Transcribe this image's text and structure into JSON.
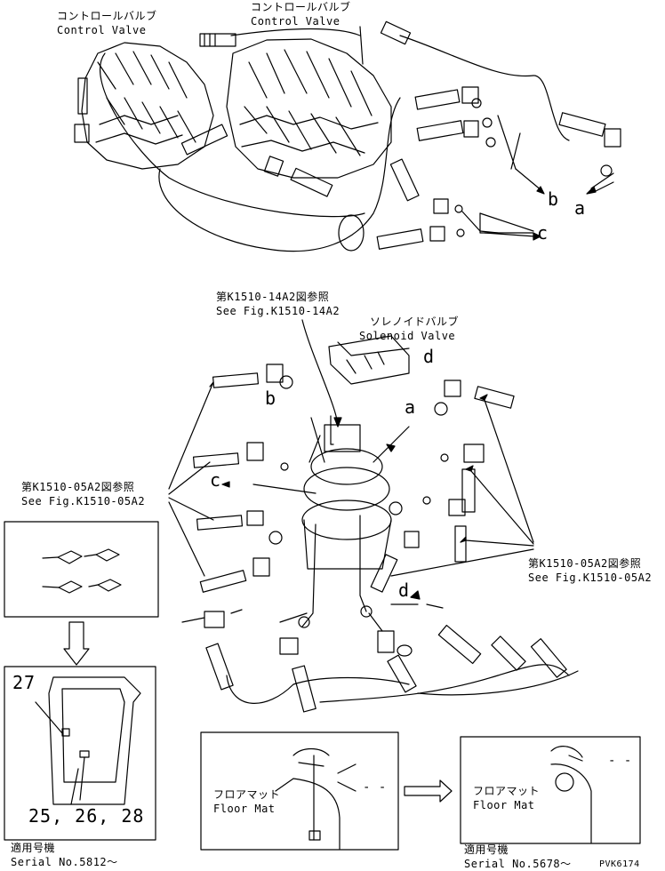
{
  "labels": {
    "cv_left_jp": "コントロールバルブ",
    "cv_left_en": "Control Valve",
    "cv_right_jp": "コントロールバルブ",
    "cv_right_en": "Control Valve",
    "ref_14a2_jp": "第K1510-14A2図参照",
    "ref_14a2_en": "See Fig.K1510-14A2",
    "solenoid_jp": "ソレノイドバルブ",
    "solenoid_en": "Solenoid Valve",
    "ref_05a2_left_jp": "第K1510-05A2図参照",
    "ref_05a2_left_en": "See Fig.K1510-05A2",
    "ref_05a2_right_jp": "第K1510-05A2図参照",
    "ref_05a2_right_en": "See Fig.K1510-05A2",
    "floor_mat_jp_1": "フロアマット",
    "floor_mat_en_1": "Floor Mat",
    "floor_mat_jp_2": "フロアマット",
    "floor_mat_en_2": "Floor Mat",
    "serial_left_jp": "適用号機",
    "serial_left_en": "Serial No.5812～",
    "serial_right_jp": "適用号機",
    "serial_right_en": "Serial No.5678～",
    "drawing_id": "PVK6174",
    "cab_part_27": "27",
    "cab_parts_bottom": "25, 26, 28",
    "dash_1": "- -",
    "dash_2": "- -"
  },
  "connection_letters": {
    "a_top": "a",
    "b_top": "b",
    "c_top": "c",
    "a_mid": "a",
    "b_mid": "b",
    "c_mid": "c",
    "d_solenoid": "d",
    "d_lower": "d"
  }
}
